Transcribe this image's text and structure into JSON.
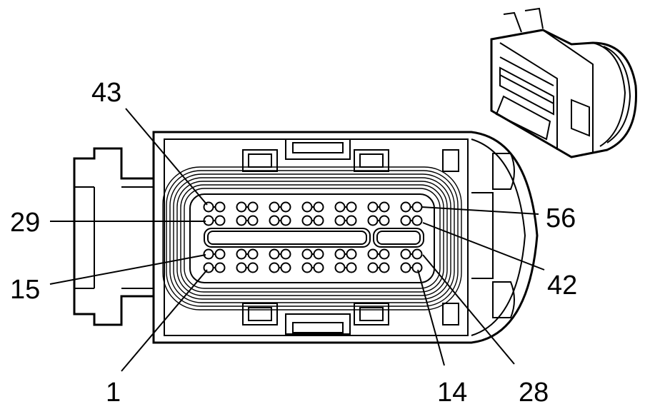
{
  "pin_labels": {
    "p43": "43",
    "p29": "29",
    "p15": "15",
    "p1": "1",
    "p56": "56",
    "p42": "42",
    "p28": "28",
    "p14": "14"
  }
}
